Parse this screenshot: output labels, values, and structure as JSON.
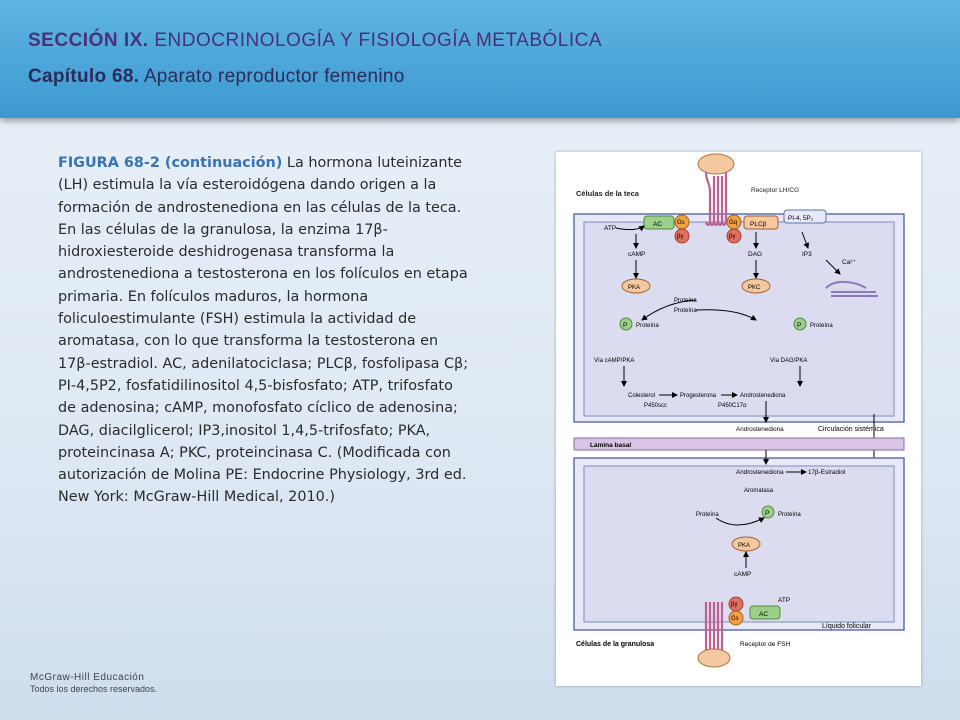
{
  "header": {
    "section_label": "SECCIÓN IX.",
    "section_title": "ENDOCRINOLOGÍA Y FISIOLOGÍA METABÓLICA",
    "chapter_label": "Capítulo 68.",
    "chapter_title": "Aparato reproductor femenino"
  },
  "caption": {
    "figure_label": "FIGURA 68-2 (continuación)",
    "text": " La hormona luteinizante (LH) estimula la vía esteroidógena dando origen a la formación de androstenediona en las células de la teca. En las células de la granulosa, la enzima 17β-hidroxiesteroide deshidrogenasa transforma la androstenediona a testosterona en los folículos en etapa primaria. En folículos maduros, la hormona foliculoestimulante (FSH) estimula la actividad de aromatasa, con lo que transforma la testosterona en 17β-estradiol. AC, adenilatociclasa; PLCβ, fosfolipasa Cβ; PI-4,5P2, fosfatidilinositol 4,5-bisfosfato; ATP, trifosfato de adenosina; cAMP, monofosfato cíclico de adenosina; DAG, diacilglicerol; IP3,inositol 1,4,5-trifosfato; PKA, proteincinasa A; PKC, proteincinasa C. (Modificada con autorización de Molina PE: Endocrine Physiology, 3rd ed. New York: McGraw-Hill Medical, 2010.)"
  },
  "footer": {
    "publisher": "McGraw-Hill Educación",
    "rights": "Todos los derechos reservados."
  },
  "diagram": {
    "theca_cells": "Células de la teca",
    "receptor_lhcg": "Receptor LH/CG",
    "ac": "AC",
    "gs": "Gs",
    "gq": "Gq",
    "by": "βγ",
    "plcb": "PLCβ",
    "pi45p2": "PI-4, 5P₂",
    "atp": "ATP",
    "camp": "cAMP",
    "dag": "DAG",
    "ip3": "IP3",
    "ca": "Ca²⁺",
    "pka": "PKA",
    "pkc": "PKC",
    "proteina": "Proteína",
    "p": "P",
    "via_camp_pka": "Vía cAMP/PKA",
    "via_dag_pkc": "Vía DAG/PKA",
    "colesterol": "Colesterol",
    "progesterona": "Progesterona",
    "androstenediona": "Androstenediona",
    "p450scc": "P450scc",
    "p450c17": "P450C17α",
    "circulacion": "Circulación sistémica",
    "lamina_basal": "Lámina basal",
    "estradiol": "17β-Estradiol",
    "aromatasa": "Aromatasa",
    "liquido_folicular": "Líquido folicular",
    "granulosa_cells": "Células de la granulosa",
    "receptor_fsh": "Receptor de FSH"
  },
  "colors": {
    "header_bg": "#3c98cf",
    "section_text": "#4a2f7a",
    "figure_label": "#3a73b5",
    "cell_fill": "#dcdcf0",
    "cell_border": "#5b73b0",
    "membrane": "#b9b9e0",
    "gs_orange": "#f0a040",
    "by_red": "#e07060",
    "ac_green": "#9ccf8a",
    "receptor_peach": "#f5c9a0"
  }
}
